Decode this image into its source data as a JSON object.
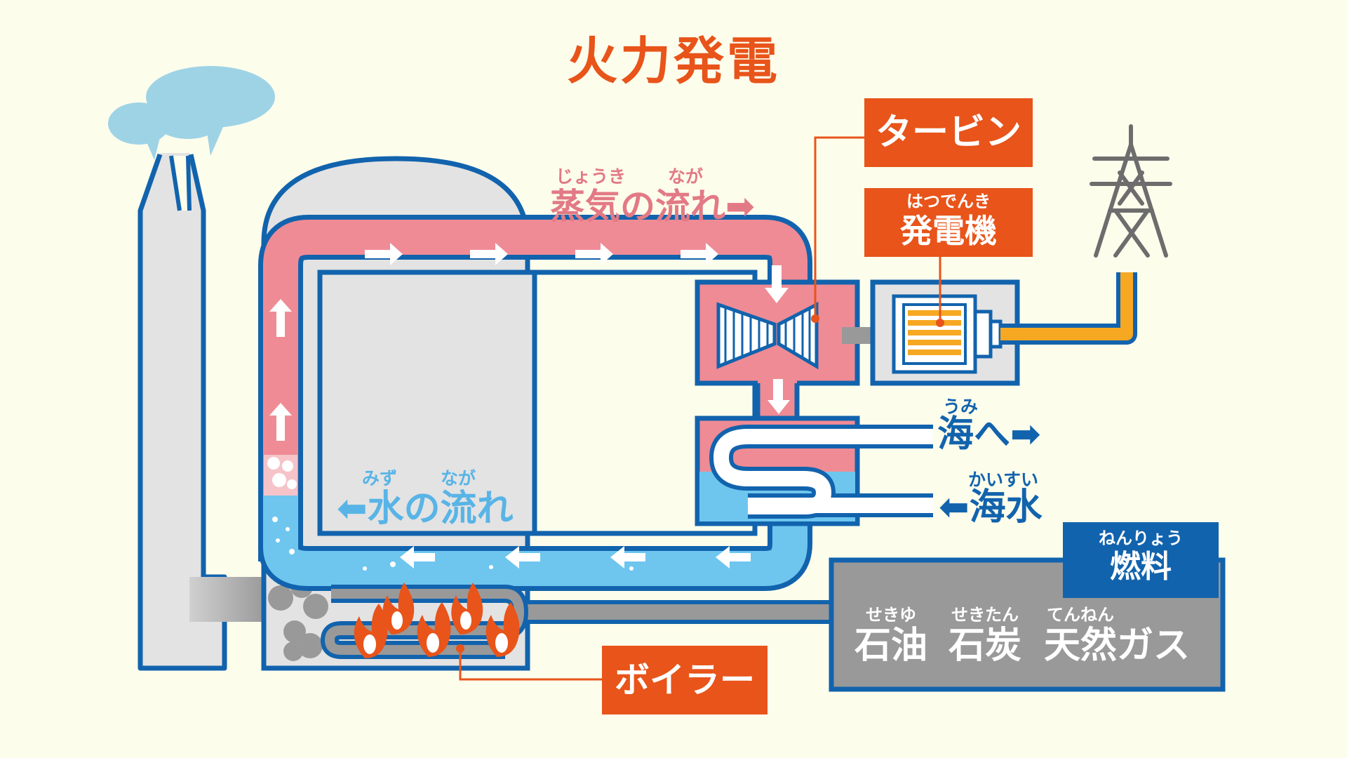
{
  "title": "火力発電",
  "labels": {
    "turbine": "タービン",
    "generator": {
      "ruby": "はつでんき",
      "text": "発電機"
    },
    "boiler": "ボイラー",
    "steam_flow": {
      "ruby_1": "じょうき",
      "ruby_2": "なが",
      "text": "蒸気の流れ➡"
    },
    "water_flow": {
      "ruby_1": "みず",
      "ruby_2": "なが",
      "text": "⬅水の流れ"
    },
    "to_sea": {
      "ruby": "うみ",
      "text": "海へ➡"
    },
    "seawater": {
      "ruby": "かいすい",
      "text": "⬅海水"
    },
    "fuel": {
      "ruby": "ねんりょう",
      "text": "燃料",
      "items": [
        {
          "ruby": "せきゆ",
          "text": "石油"
        },
        {
          "ruby": "せきたん",
          "text": "石炭"
        },
        {
          "ruby": "てんねん",
          "text": "天然ガス"
        }
      ]
    }
  },
  "colors": {
    "background": "#fdfdec",
    "accent_orange": "#e8541a",
    "outline_blue": "#1263ad",
    "steam_pink": "#ef8b95",
    "water_blue": "#6ec6ef",
    "housing_gray": "#e3e3e3",
    "fuel_gray": "#999999",
    "wire_yellow": "#f7a823",
    "smoke_blue": "#9ed3e6"
  },
  "icons": [
    "chimney-icon",
    "cloud-icon",
    "boiler-building-icon",
    "turbine-icon",
    "generator-icon",
    "condenser-icon",
    "flame-icon",
    "power-tower-icon",
    "smoke-icon"
  ]
}
